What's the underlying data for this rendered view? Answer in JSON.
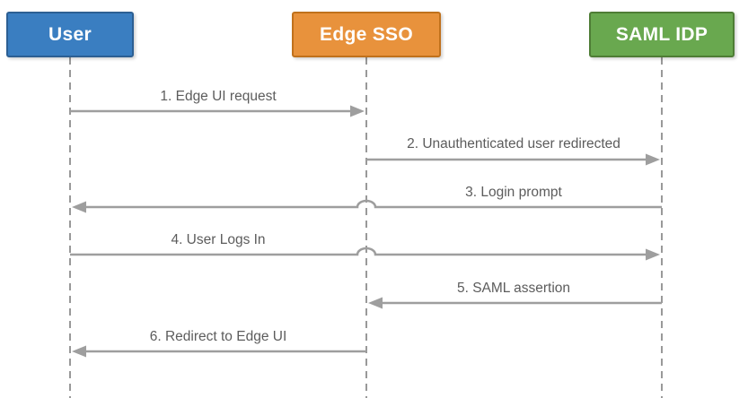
{
  "diagram_type": "sequence-diagram",
  "actors": [
    {
      "label": "User",
      "fill": "#3A7EC1",
      "border": "#2C5F93"
    },
    {
      "label": "Edge SSO",
      "fill": "#E8923C",
      "border": "#C0711C"
    },
    {
      "label": "SAML IDP",
      "fill": "#69A84F",
      "border": "#4E7D35"
    }
  ],
  "messages": [
    {
      "label": "1. Edge UI request",
      "from": "User",
      "to": "Edge SSO"
    },
    {
      "label": "2. Unauthenticated user redirected",
      "from": "Edge SSO",
      "to": "SAML IDP"
    },
    {
      "label": "3. Login prompt",
      "from": "SAML IDP",
      "to": "User"
    },
    {
      "label": "4. User Logs In",
      "from": "User",
      "to": "SAML IDP"
    },
    {
      "label": "5. SAML assertion",
      "from": "SAML IDP",
      "to": "Edge SSO"
    },
    {
      "label": "6. Redirect to Edge UI",
      "from": "Edge SSO",
      "to": "User"
    }
  ],
  "colors": {
    "background": "#FFFFFF",
    "arrow": "#9E9E9E",
    "lifeline": "#999999",
    "message_text": "#5C5C5C",
    "actor_text": "#FFFFFF"
  }
}
